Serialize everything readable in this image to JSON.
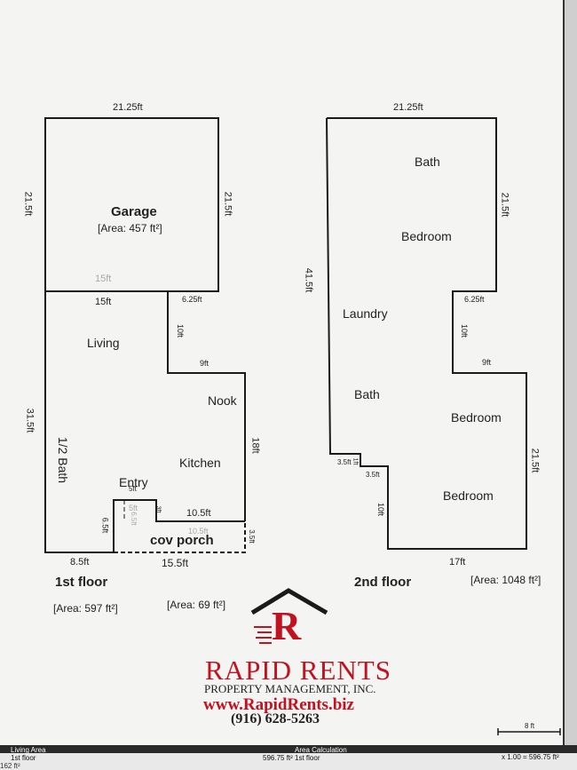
{
  "floor1": {
    "title": "1st floor",
    "area": "[Area: 597 ft²]",
    "porch_area": "[Area: 69 ft²]",
    "garage_label": "Garage",
    "garage_area": "[Area: 457 ft²]",
    "rooms": {
      "living": "Living",
      "nook": "Nook",
      "kitchen": "Kitchen",
      "half_bath": "1/2 Bath",
      "entry": "Entry",
      "porch": "cov porch"
    },
    "dims": {
      "garage_top": "21.25ft",
      "garage_left": "21.5ft",
      "garage_right": "21.5ft",
      "garage_bottom_faint": "15ft",
      "top": "15ft",
      "step_top": "6.25ft",
      "step_vert": "10ft",
      "step_bottom": "9ft",
      "left": "31.5ft",
      "right": "18ft",
      "kitchen_bottom": "10.5ft",
      "porch_faint": "10.5ft",
      "porch_side": "3.5ft",
      "entry_top": "5ft",
      "entry_small": "3ft",
      "entry_left": "6.5ft",
      "entry_faint": "6.5ft",
      "entry_faint_top": "5ft",
      "bottom_left": "8.5ft",
      "bottom": "15.5ft"
    }
  },
  "floor2": {
    "title": "2nd floor",
    "area": "[Area: 1048 ft²]",
    "rooms": {
      "bath_top": "Bath",
      "bedroom_top": "Bedroom",
      "laundry": "Laundry",
      "bath": "Bath",
      "bedroom_mid": "Bedroom",
      "bedroom_bottom": "Bedroom"
    },
    "dims": {
      "top": "21.25ft",
      "right_top": "21.5ft",
      "left": "41.5ft",
      "step_top": "6.25ft",
      "step_vert": "10ft",
      "step_bottom": "9ft",
      "right_bottom": "21.5ft",
      "notch_small": "3.5ft",
      "notch_small2": "1ft",
      "notch_bottom": "3.5ft",
      "notch_vert": "10ft",
      "bottom": "17ft"
    }
  },
  "logo": {
    "company": "RAPID RENTS",
    "subtitle": "PROPERTY MANAGEMENT, INC.",
    "website": "www.RapidRents.biz",
    "phone": "(916) 628-5263",
    "letter": "R"
  },
  "scale": {
    "label": "8 ft"
  },
  "table": {
    "head_left": "Living Area",
    "head_mid": "Area Calculation",
    "row_left": "1st floor",
    "row_mid": "596.75 ft² 1st floor",
    "row_right": "x 1.00 = 596.75 ft²",
    "row2_right": "162 ft²"
  },
  "colors": {
    "line": "#1a1a1a",
    "brand_red": "#c1121f",
    "paper": "#f4f4f3"
  }
}
